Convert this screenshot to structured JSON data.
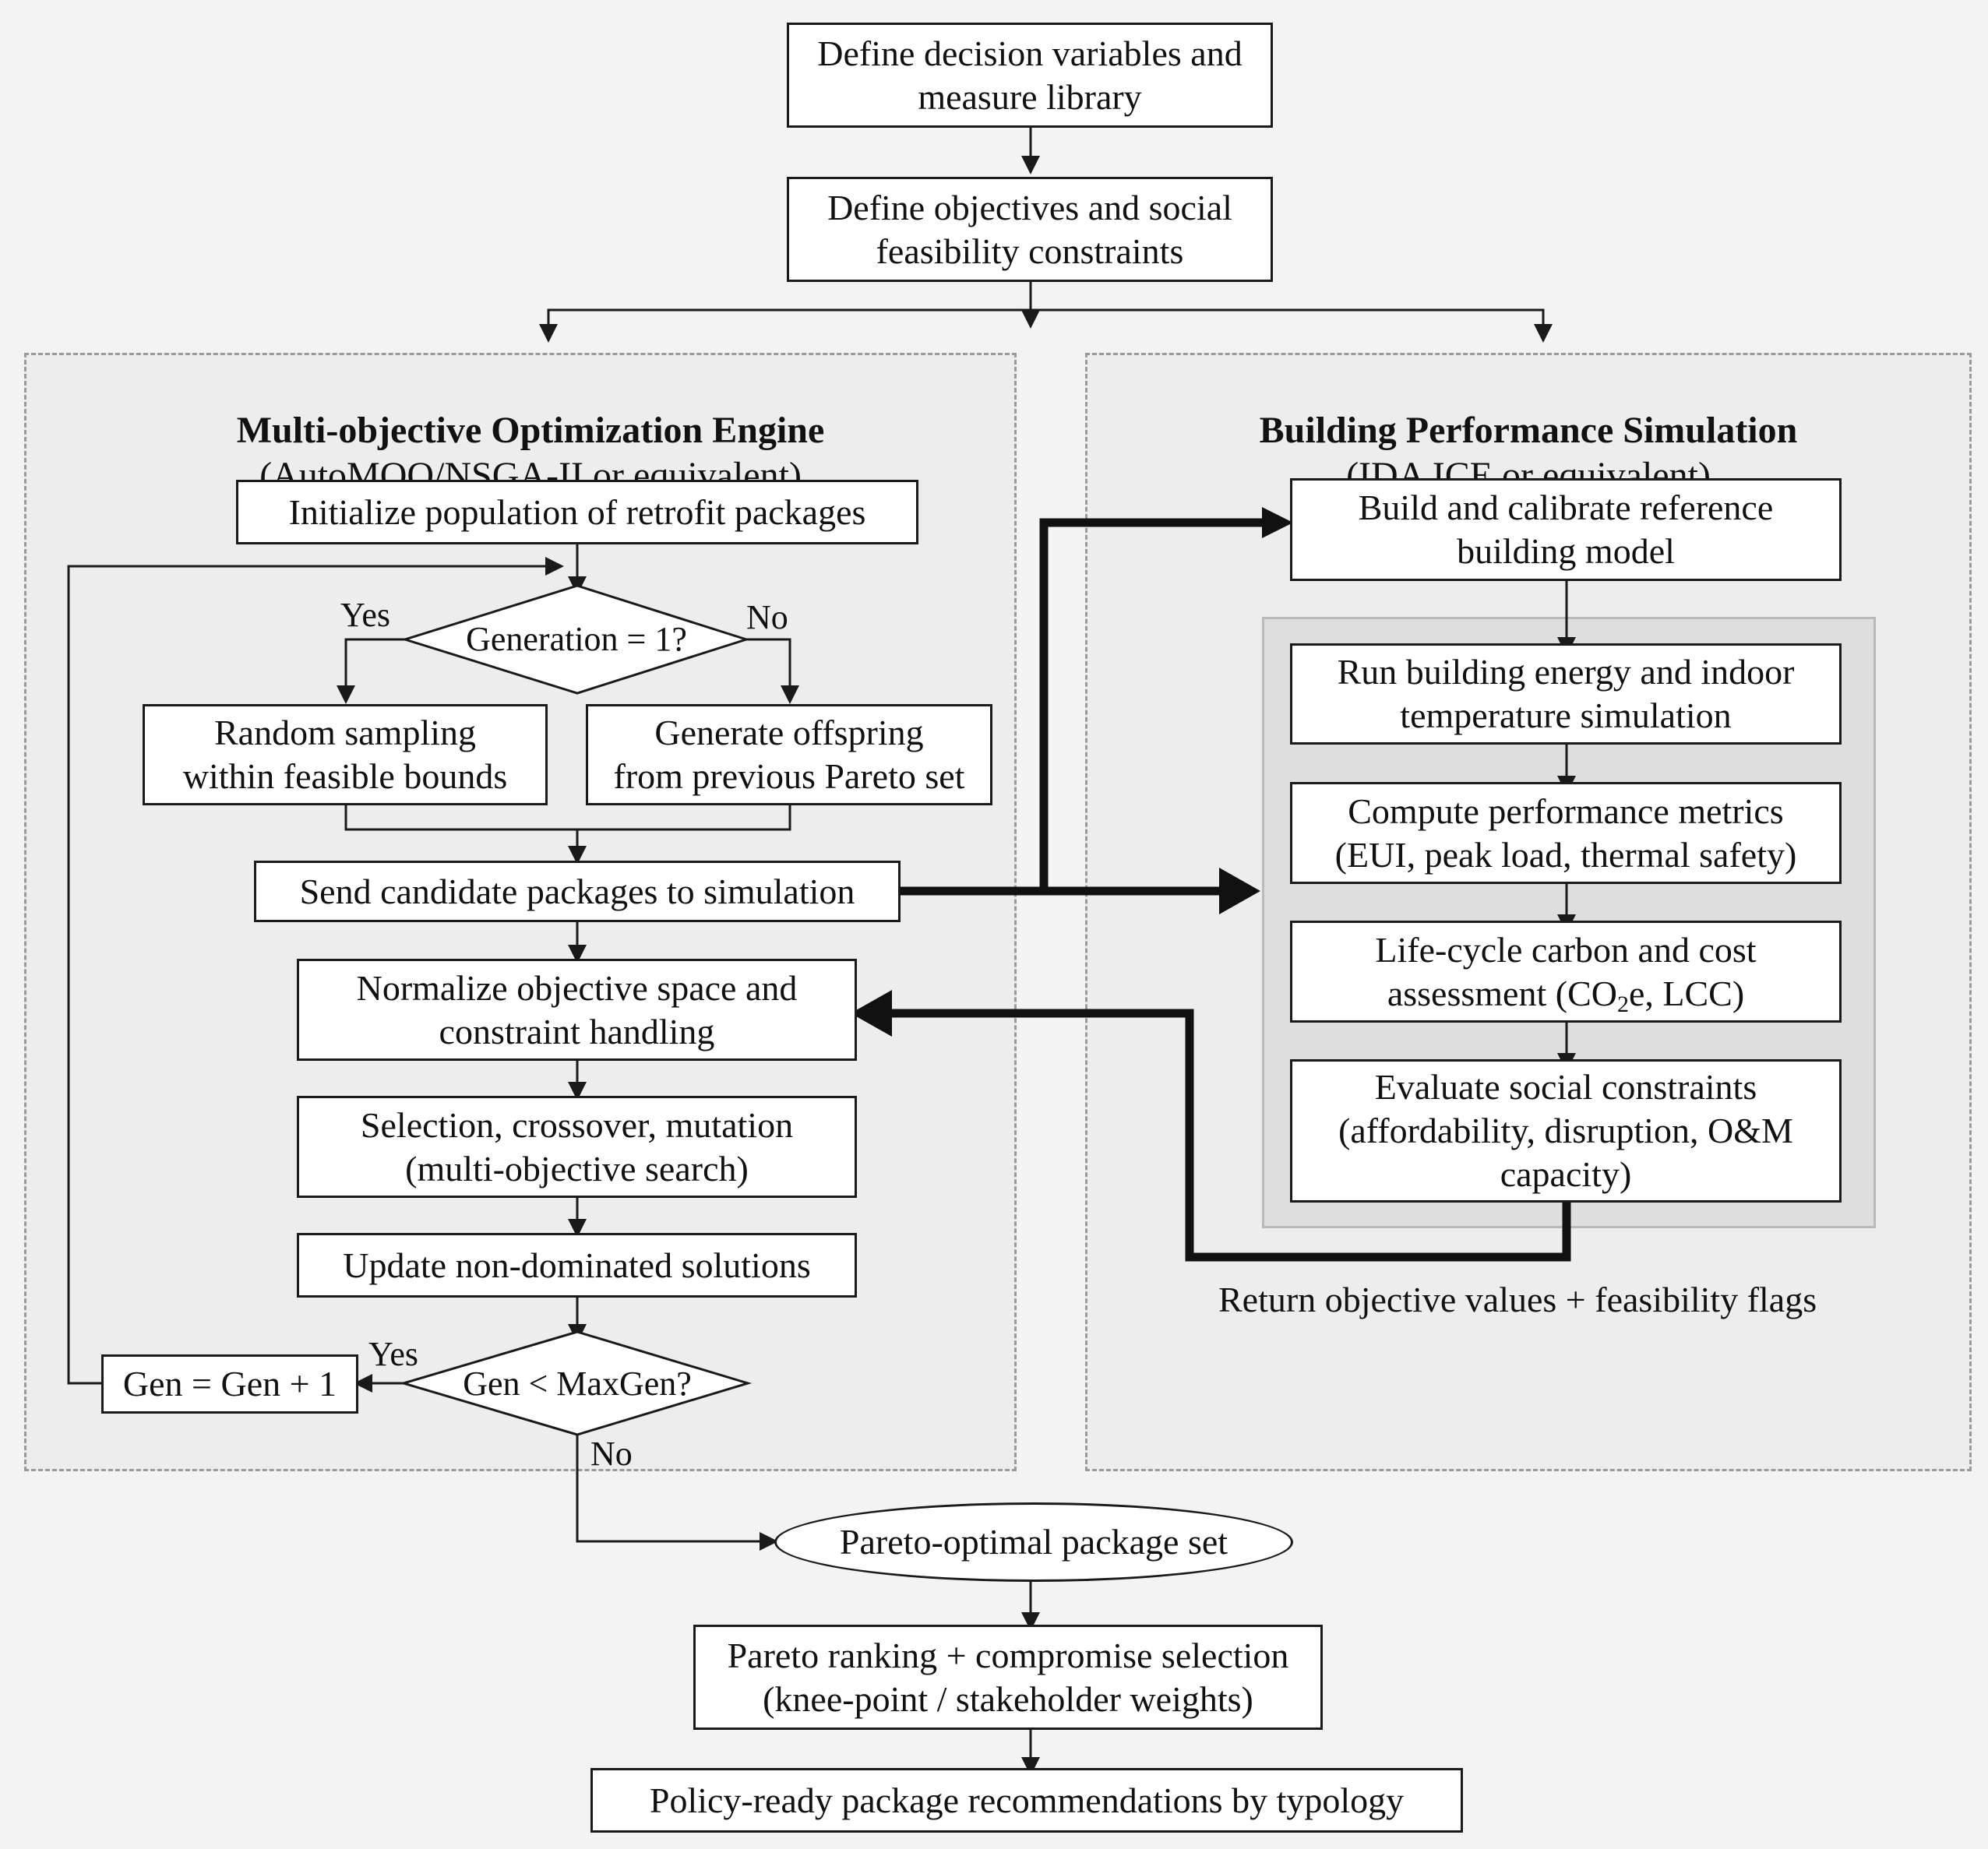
{
  "nodes": {
    "define_variables": "Define decision variables and\nmeasure library",
    "define_objectives": "Define objectives and social\nfeasibility constraints",
    "initialize_population": "Initialize population of retrofit packages",
    "generation_check": "Generation = 1?",
    "random_sampling": "Random sampling\nwithin feasible bounds",
    "generate_offspring": "Generate offspring\nfrom previous Pareto set",
    "send_candidates": "Send candidate packages to simulation",
    "normalize": "Normalize objective space and\nconstraint handling",
    "selection": "Selection, crossover, mutation\n(multi-objective search)",
    "update_nondominated": "Update non-dominated solutions",
    "gen_increment": "Gen = Gen + 1",
    "maxgen_check": "Gen < MaxGen?",
    "build_calibrate": "Build and calibrate reference\nbuilding model",
    "run_simulation": "Run building energy and indoor\ntemperature simulation",
    "compute_metrics": "Compute performance metrics\n(EUI, peak load, thermal safety)",
    "lifecycle_line1": "Life-cycle carbon and cost",
    "lifecycle_line2_pre": "assessment (CO",
    "lifecycle_sub": "2",
    "lifecycle_line2_post": "e, LCC)",
    "social_constraints": "Evaluate social constraints\n(affordability, disruption, O&M\ncapacity)",
    "pareto_set": "Pareto-optimal package set",
    "pareto_ranking": "Pareto ranking + compromise selection\n(knee-point / stakeholder weights)",
    "policy_ready": "Policy-ready package recommendations by typology"
  },
  "panels": {
    "moo_title": "Multi-objective Optimization Engine",
    "moo_subtitle": "(AutoMOO/NSGA-II or equivalent)",
    "bps_title": "Building Performance Simulation",
    "bps_subtitle": "(IDA ICE or equivalent)"
  },
  "labels": {
    "gen_yes": "Yes",
    "gen_no": "No",
    "max_yes": "Yes",
    "max_no": "No",
    "return_values": "Return objective values + feasibility flags"
  }
}
